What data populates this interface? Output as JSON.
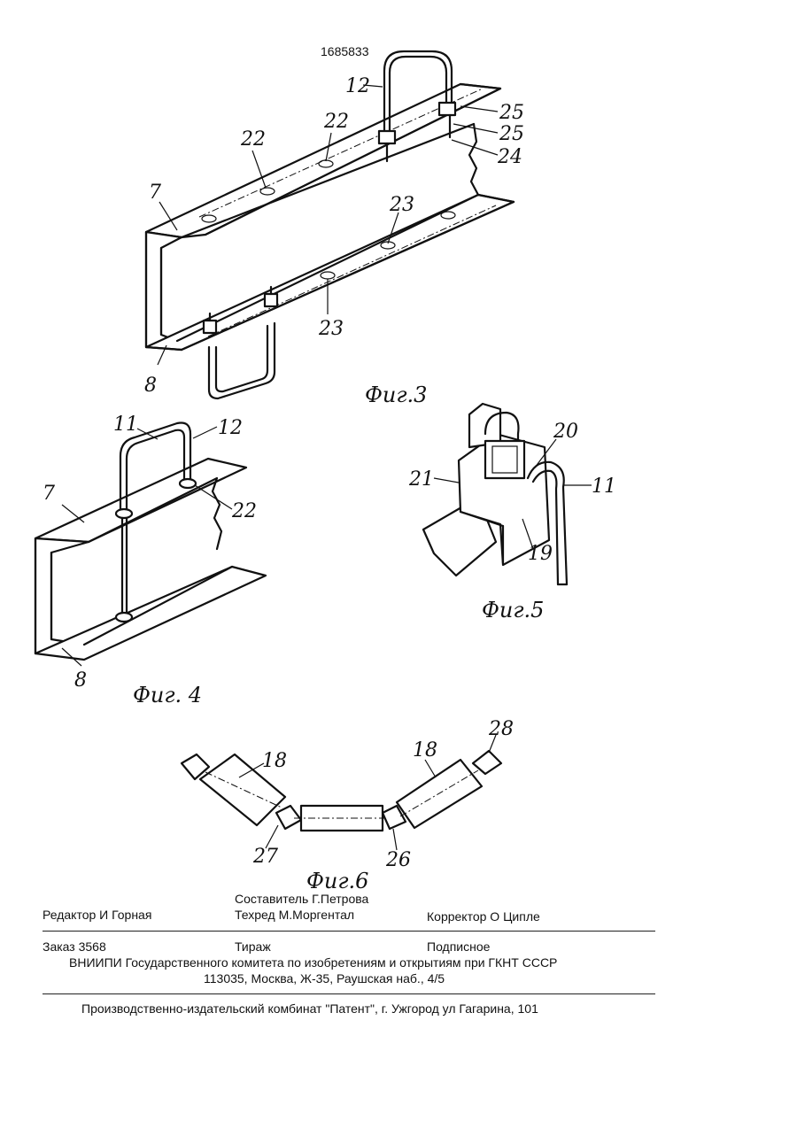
{
  "document": {
    "patent_number": "1685833"
  },
  "figures": {
    "fig3": {
      "caption": "Фиг.3",
      "labels": [
        "12",
        "25",
        "25",
        "24",
        "22",
        "22",
        "7",
        "23",
        "23",
        "8"
      ]
    },
    "fig4": {
      "caption": "Фиг. 4",
      "labels": [
        "11",
        "12",
        "22",
        "7",
        "8"
      ]
    },
    "fig5": {
      "caption": "Фиг.5",
      "labels": [
        "20",
        "21",
        "11",
        "19"
      ]
    },
    "fig6": {
      "caption": "Фиг.6",
      "labels": [
        "28",
        "18",
        "18",
        "27",
        "26"
      ]
    }
  },
  "imprint": {
    "composer": "Составитель  Г.Петрова",
    "editor": "Редактор  И Горная",
    "tech_editor": "Техред М.Моргентал",
    "corrector": "Корректор  О Ципле",
    "order": "Заказ  3568",
    "circulation": "Тираж",
    "subscription": "Подписное",
    "org": "ВНИИПИ Государственного комитета по изобретениям и открытиям при ГКНТ СССР",
    "address": "113035, Москва, Ж-35, Раушская наб., 4/5",
    "publisher": "Производственно-издательский комбинат \"Патент\", г. Ужгород  ул Гагарина, 101"
  }
}
